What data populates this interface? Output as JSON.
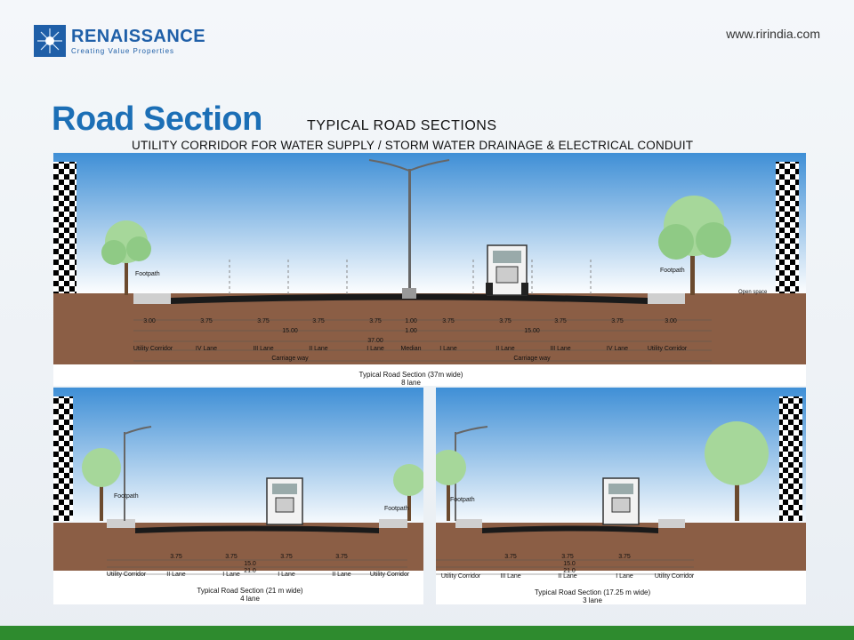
{
  "header": {
    "logo_name": "RENAISSANCE",
    "logo_tagline": "Creating Value Properties",
    "website": "www.ririndia.com",
    "page_title": "Road Section",
    "heading_1": "TYPICAL ROAD SECTIONS",
    "heading_2": "UTILITY CORRIDOR FOR WATER SUPPLY / STORM WATER DRAINAGE & ELECTRICAL CONDUIT"
  },
  "section_37m": {
    "caption": "Typical Road Section (37m wide)",
    "subcaption": "8 lane",
    "footpath_label": "Footpath",
    "open_space_label": "Open space",
    "footpath_width_left": "3.00",
    "footpath_width_right": "3.00",
    "lane_widths": [
      "3.75",
      "3.75",
      "3.75",
      "3.75",
      "1.00",
      "3.75",
      "3.75",
      "3.75",
      "3.75"
    ],
    "carriageway_left": "15.00",
    "median_width": "1.00",
    "carriageway_right": "15.00",
    "total_width": "37.00",
    "zones": [
      "Utility Corridor",
      "IV Lane",
      "III Lane",
      "II Lane",
      "I Lane",
      "Median",
      "I Lane",
      "II Lane",
      "III Lane",
      "IV Lane",
      "Utility Corridor"
    ],
    "carriage_way_left": "Carriage way",
    "carriage_way_right": "Carriage way"
  },
  "section_21m": {
    "caption": "Typical Road Section (21 m wide)",
    "subcaption": "4 lane",
    "footpath_label_left": "Footpath",
    "footpath_label_right": "Footpath",
    "lane_widths": [
      "3.75",
      "3.75",
      "3.75",
      "3.75"
    ],
    "carriageway": "15.0",
    "total_width": "21.0",
    "zones": [
      "Utility Corridor",
      "II Lane",
      "I Lane",
      "I Lane",
      "II Lane",
      "Utility Corridor"
    ]
  },
  "section_17m": {
    "caption": "Typical Road Section (17.25 m wide)",
    "subcaption": "3 lane",
    "footpath_label": "Footpath",
    "lane_widths": [
      "3.75",
      "3.75",
      "3.75"
    ],
    "carriageway": "15.0",
    "total_width": "21.0",
    "zones": [
      "Utility Corridor",
      "III Lane",
      "II Lane",
      "I Lane",
      "Utility Corridor"
    ]
  },
  "colors": {
    "title_blue": "#1c6fb6",
    "sky_top": "#3f8fd6",
    "soil": "#8b5e45",
    "footer_green": "#2e8b2e"
  }
}
